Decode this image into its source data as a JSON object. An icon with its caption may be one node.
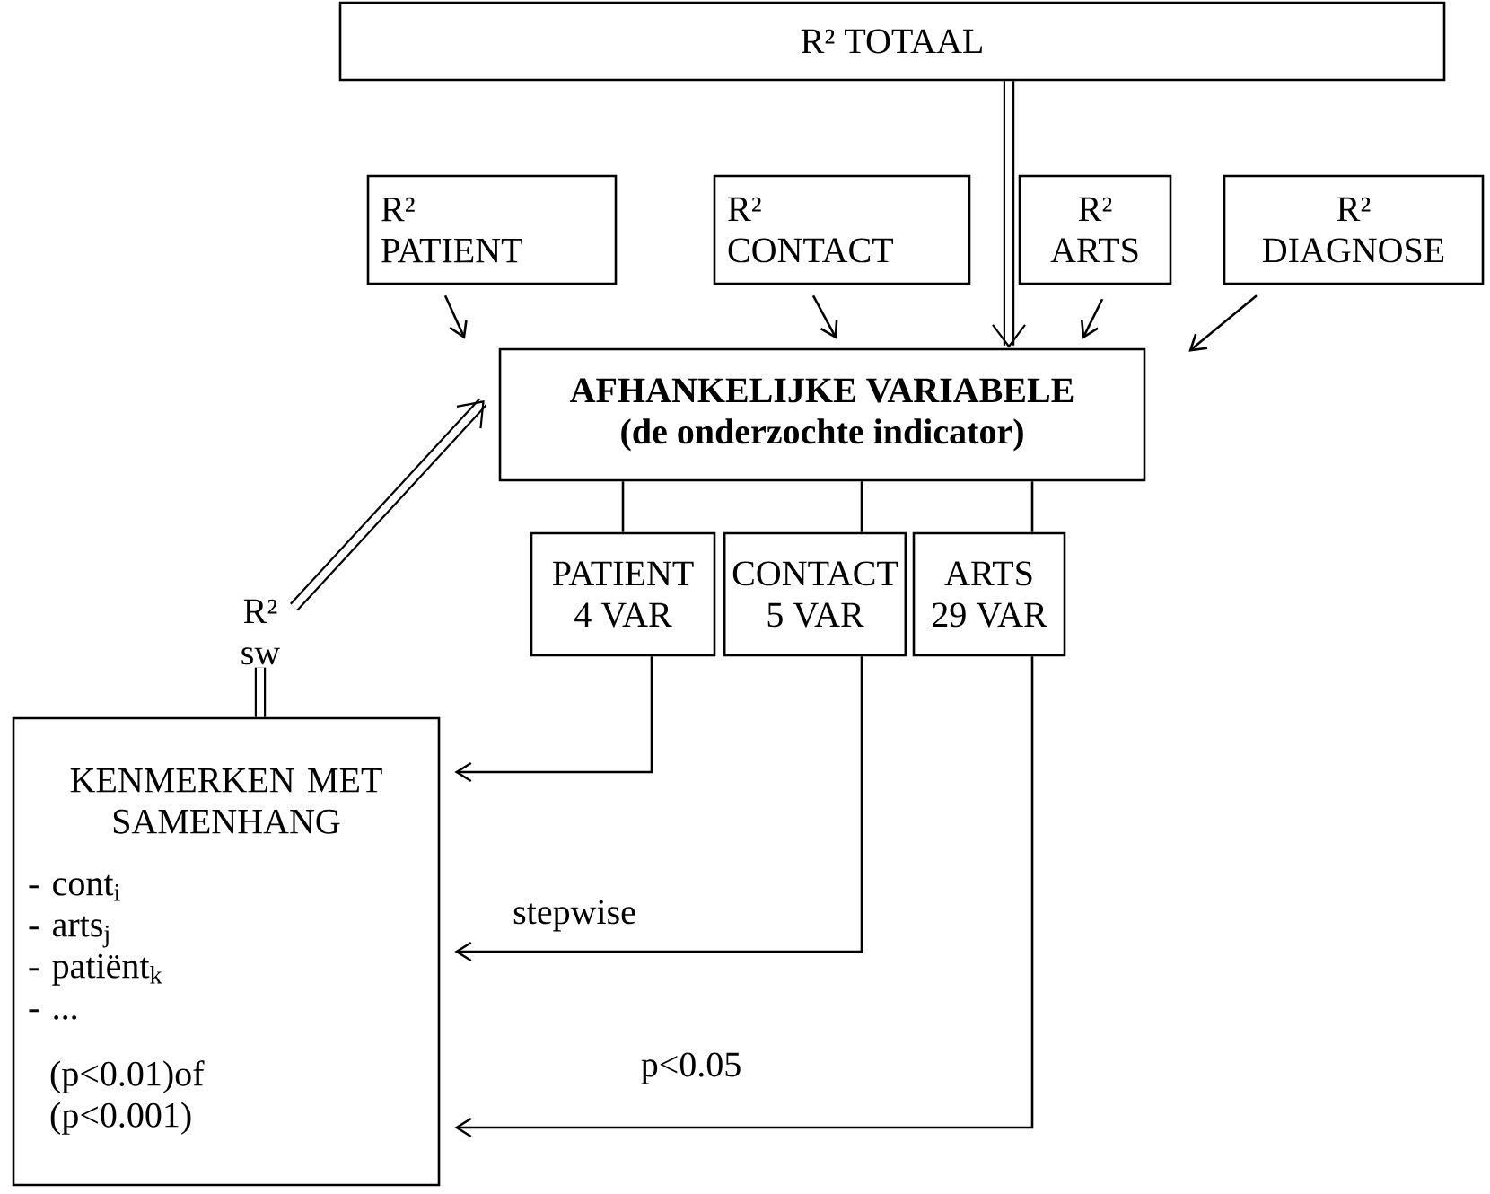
{
  "diagram": {
    "nodes": [
      {
        "text": [
          "R² TOTAAL"
        ]
      },
      {
        "text": [
          "R²",
          "PATIENT"
        ]
      },
      {
        "text": [
          "R²",
          "CONTACT"
        ]
      },
      {
        "text": [
          "R²",
          "ARTS"
        ]
      },
      {
        "text": [
          "R²",
          "DIAGNOSE"
        ]
      },
      {
        "text": [
          "AFHANKELIJKE VARIABELE",
          "(de onderzochte indicator)"
        ]
      },
      {
        "text": [
          "PATIENT",
          "4 VAR"
        ]
      },
      {
        "text": [
          "CONTACT",
          "5 VAR"
        ]
      },
      {
        "text": [
          "ARTS",
          "29 VAR"
        ]
      },
      {
        "text": [
          "R²",
          "sw"
        ]
      },
      {
        "text": [
          "KENMERKEN MET SAMENHANG",
          "- cont$_{i}$",
          "- arts$_{j}$",
          "- patiënt$_{k}$",
          "- ...",
          "(p<0.01)of (p<0.001)"
        ]
      }
    ],
    "edges": [
      {
        "from": 0,
        "to": 5,
        "arrow": "to",
        "style": "thick"
      },
      {
        "from": 1,
        "to": 5,
        "arrow": "to"
      },
      {
        "from": 2,
        "to": 5,
        "arrow": "to"
      },
      {
        "from": 3,
        "to": 5,
        "arrow": "to"
      },
      {
        "from": 4,
        "to": 5,
        "arrow": "to"
      },
      {
        "from": 5,
        "to": 6,
        "arrow": "none"
      },
      {
        "from": 5,
        "to": 7,
        "arrow": "none"
      },
      {
        "from": 5,
        "to": 8,
        "arrow": "none"
      },
      {
        "from": 6,
        "to": 10,
        "arrow": "to"
      },
      {
        "from": 7,
        "to": 10,
        "arrow": "to",
        "label": "stepwise"
      },
      {
        "from": 8,
        "to": 10,
        "arrow": "to",
        "label": "p<0.05"
      },
      {
        "from": 10,
        "to": 9,
        "arrow": "none",
        "style": "thick"
      },
      {
        "from": 9,
        "to": 5,
        "arrow": "to",
        "style": "thick"
      }
    ]
  }
}
